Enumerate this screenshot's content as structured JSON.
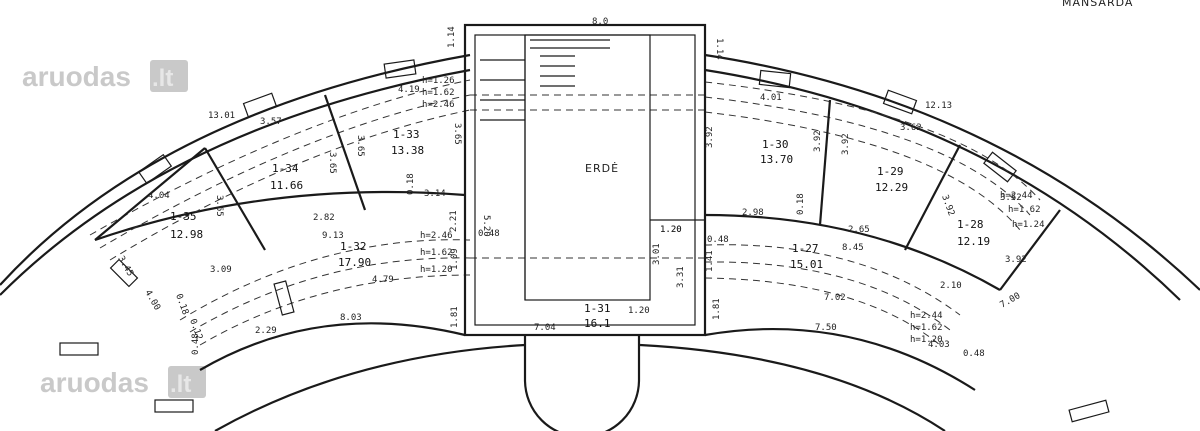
{
  "watermark": {
    "brand": "aruodas",
    "tld": ".lt"
  },
  "floor_label": "MANSARDA",
  "central": {
    "label": "ERDĖ",
    "width_dim": "8.0",
    "stair_room_id": "1-31",
    "stair_room_area": "16.1",
    "bottom_dim": "7.04",
    "h1": "1.20",
    "h2": "1.20"
  },
  "rooms": [
    {
      "id": "1-35",
      "area": "12.98"
    },
    {
      "id": "1-34",
      "area": "11.66"
    },
    {
      "id": "1-33",
      "area": "13.38"
    },
    {
      "id": "1-32",
      "area": "17.90"
    },
    {
      "id": "1-30",
      "area": "13.70"
    },
    {
      "id": "1-29",
      "area": "12.29"
    },
    {
      "id": "1-28",
      "area": "12.19"
    },
    {
      "id": "1-27",
      "area": "15.01"
    }
  ],
  "heights": {
    "left_top": [
      "h=1.26",
      "h=1.62",
      "h=2.46"
    ],
    "left_mid": [
      "h=2.46",
      "h=1.62",
      "h=1.20"
    ],
    "right_mid": [
      "h=2.44",
      "h=1.62",
      "h=1.20"
    ],
    "right_top": [
      "h=2.44",
      "h=1.62",
      "h=1.24"
    ]
  },
  "dims": {
    "l_114": "1.14",
    "l_419": "4.19",
    "l_1301": "13.01",
    "l_357": "3.57",
    "l_365a": "3.65",
    "l_365b": "3.65",
    "l_365c": "3.65",
    "l_404": "4.04",
    "l_365d": "3.65",
    "l_018a": "0.18",
    "l_314": "3.14",
    "l_282": "2.82",
    "l_913": "9.13",
    "l_221": "2.21",
    "l_520": "5.20",
    "l_048a": "0.48",
    "l_109": "1.09",
    "l_479": "4.79",
    "l_309": "3.09",
    "l_345": "3.45",
    "l_400": "4.00",
    "l_803": "8.03",
    "l_181a": "1.81",
    "l_229": "2.29",
    "l_048b": "0.48",
    "l_018b": "0.18",
    "l_012": "0.12",
    "r_114": "1.14",
    "r_401": "4.01",
    "r_1213": "12.13",
    "r_362": "3.62",
    "r_392a": "3.92",
    "r_392b": "3.92",
    "r_392c": "3.92",
    "r_392d": "3.92",
    "r_298": "2.98",
    "r_018": "0.18",
    "r_265": "2.65",
    "r_845": "8.45",
    "r_048a": "0.48",
    "r_301": "3.01",
    "r_331": "3.31",
    "r_141": "1.41",
    "r_120": "1.20",
    "r_702": "7.02",
    "r_210": "2.10",
    "r_352": "3.52",
    "r_392e": "3.92",
    "r_700": "7.00",
    "r_750": "7.50",
    "r_181": "1.81",
    "r_403": "4.03",
    "r_048b": "0.48"
  }
}
